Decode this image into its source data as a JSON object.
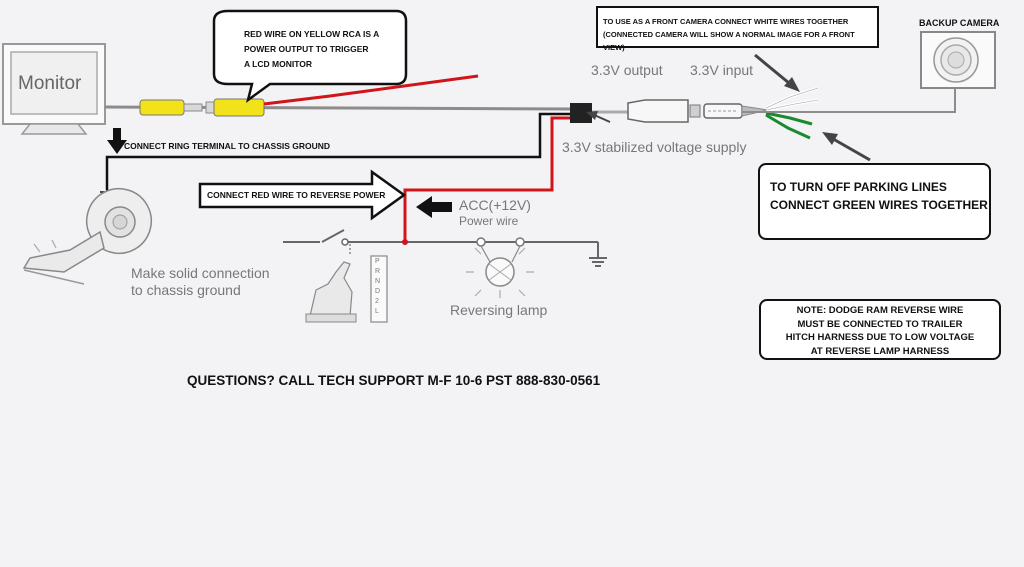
{
  "labels": {
    "monitor": "Monitor",
    "backup_camera": "BACKUP CAMERA",
    "output_3v3": "3.3V output",
    "input_3v3": "3.3V input",
    "stabilized_supply": "3.3V stabilized voltage supply",
    "acc_power": "ACC(+12V)",
    "power_wire": "Power wire",
    "reversing_lamp": "Reversing lamp",
    "chassis_ground_line1": "Make solid connection",
    "chassis_ground_line2": "to chassis ground",
    "ring_terminal": "CONNECT RING TERMINAL TO CHASSIS GROUND",
    "reverse_power_arrow": "CONNECT RED WIRE TO REVERSE POWER",
    "gear_positions": [
      "P",
      "R",
      "N",
      "D",
      "2",
      "L"
    ]
  },
  "callouts": {
    "red_rca": [
      "RED WIRE ON YELLOW RCA IS A",
      "POWER OUTPUT TO TRIGGER",
      "A LCD MONITOR"
    ],
    "front_camera": [
      "TO USE AS A FRONT CAMERA CONNECT WHITE WIRES TOGETHER",
      "(CONNECTED CAMERA WILL SHOW A NORMAL IMAGE FOR A FRONT VIEW)"
    ],
    "parking_lines": [
      "TO TURN OFF PARKING LINES",
      "CONNECT GREEN WIRES TOGETHER"
    ],
    "dodge_note": [
      "NOTE: DODGE RAM REVERSE WIRE",
      "MUST BE CONNECTED TO TRAILER",
      "HITCH HARNESS DUE TO LOW VOLTAGE",
      "AT REVERSE LAMP HARNESS"
    ]
  },
  "footer": {
    "support": "QUESTIONS? CALL TECH SUPPORT M-F 10-6 PST  888-830-0561"
  },
  "colors": {
    "wire_red": "#d0141a",
    "wire_green": "#1a8a2e",
    "wire_black": "#111111",
    "wire_gray": "#8c8c8c",
    "rca_yellow": "#f2e21a"
  }
}
